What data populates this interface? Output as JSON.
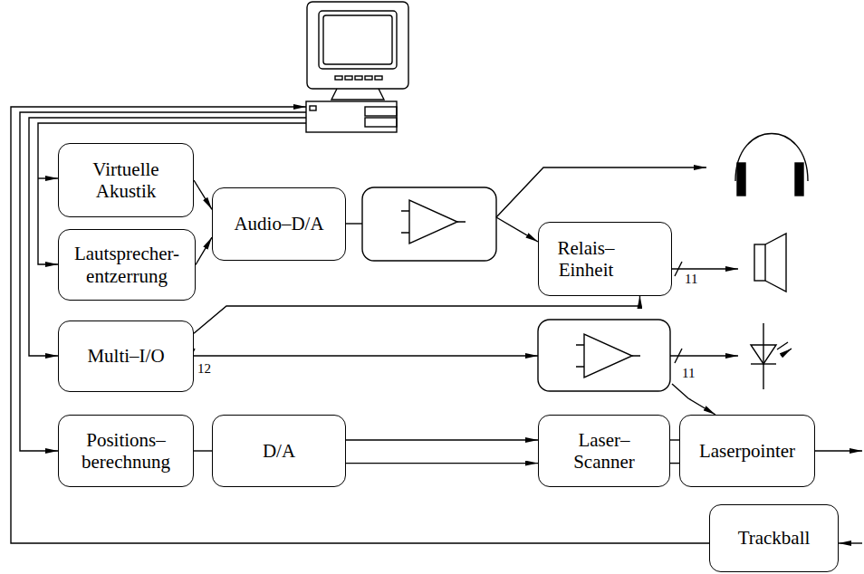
{
  "diagram": {
    "nodes": [
      {
        "text": [
          "Virtuelle Akustik"
        ]
      },
      {
        "text": [
          "Lautsprecher- entzerrung"
        ]
      },
      {
        "text": [
          "Audio–D/A"
        ]
      },
      {
        "text": [
          "Relais– Einheit"
        ]
      },
      {
        "text": [
          "Multi–I/O"
        ]
      },
      {
        "text": [
          "Positions– berechnung"
        ]
      },
      {
        "text": [
          "D/A"
        ]
      },
      {
        "text": [
          "Laser– Scanner"
        ]
      },
      {
        "text": [
          "Laserpointer"
        ]
      },
      {
        "text": [
          "Trackball"
        ]
      }
    ],
    "edges": [
      {
        "from": 0,
        "to": 2,
        "arrow": "to"
      },
      {
        "from": 1,
        "to": 2,
        "arrow": "to"
      },
      {
        "from": 4,
        "to": 3,
        "arrow": "to"
      },
      {
        "from": 5,
        "to": 6,
        "arrow": "none"
      },
      {
        "from": 6,
        "to": 7,
        "arrow": "to"
      },
      {
        "from": 6,
        "to": 7,
        "arrow": "to"
      },
      {
        "from": 7,
        "to": 8,
        "arrow": "none"
      },
      {
        "from": 7,
        "to": 8,
        "arrow": "none"
      }
    ],
    "labels": [
      "11",
      "12",
      "11"
    ]
  }
}
